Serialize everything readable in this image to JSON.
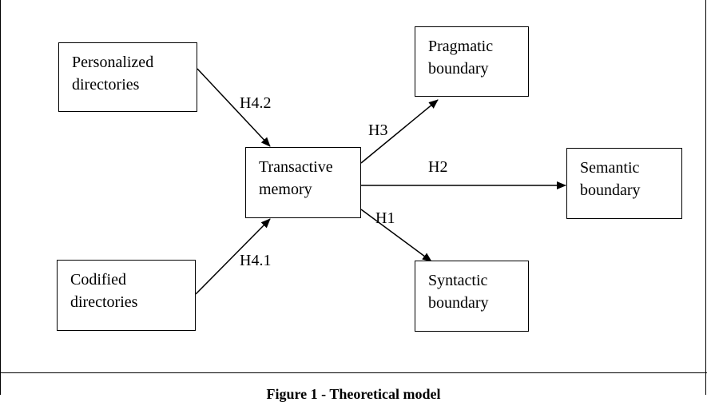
{
  "nodes": {
    "personalized": {
      "line1": "Personalized",
      "line2": "directories"
    },
    "codified": {
      "line1": "Codified",
      "line2": "directories"
    },
    "transactive": {
      "line1": "Transactive",
      "line2": "memory"
    },
    "pragmatic": {
      "line1": "Pragmatic",
      "line2": "boundary"
    },
    "semantic": {
      "line1": "Semantic",
      "line2": "boundary"
    },
    "syntactic": {
      "line1": "Syntactic",
      "line2": "boundary"
    }
  },
  "edges": {
    "h42": "H4.2",
    "h41": "H4.1",
    "h3": "H3",
    "h2": "H2",
    "h1": "H1"
  },
  "caption": "Figure 1 - Theoretical model"
}
